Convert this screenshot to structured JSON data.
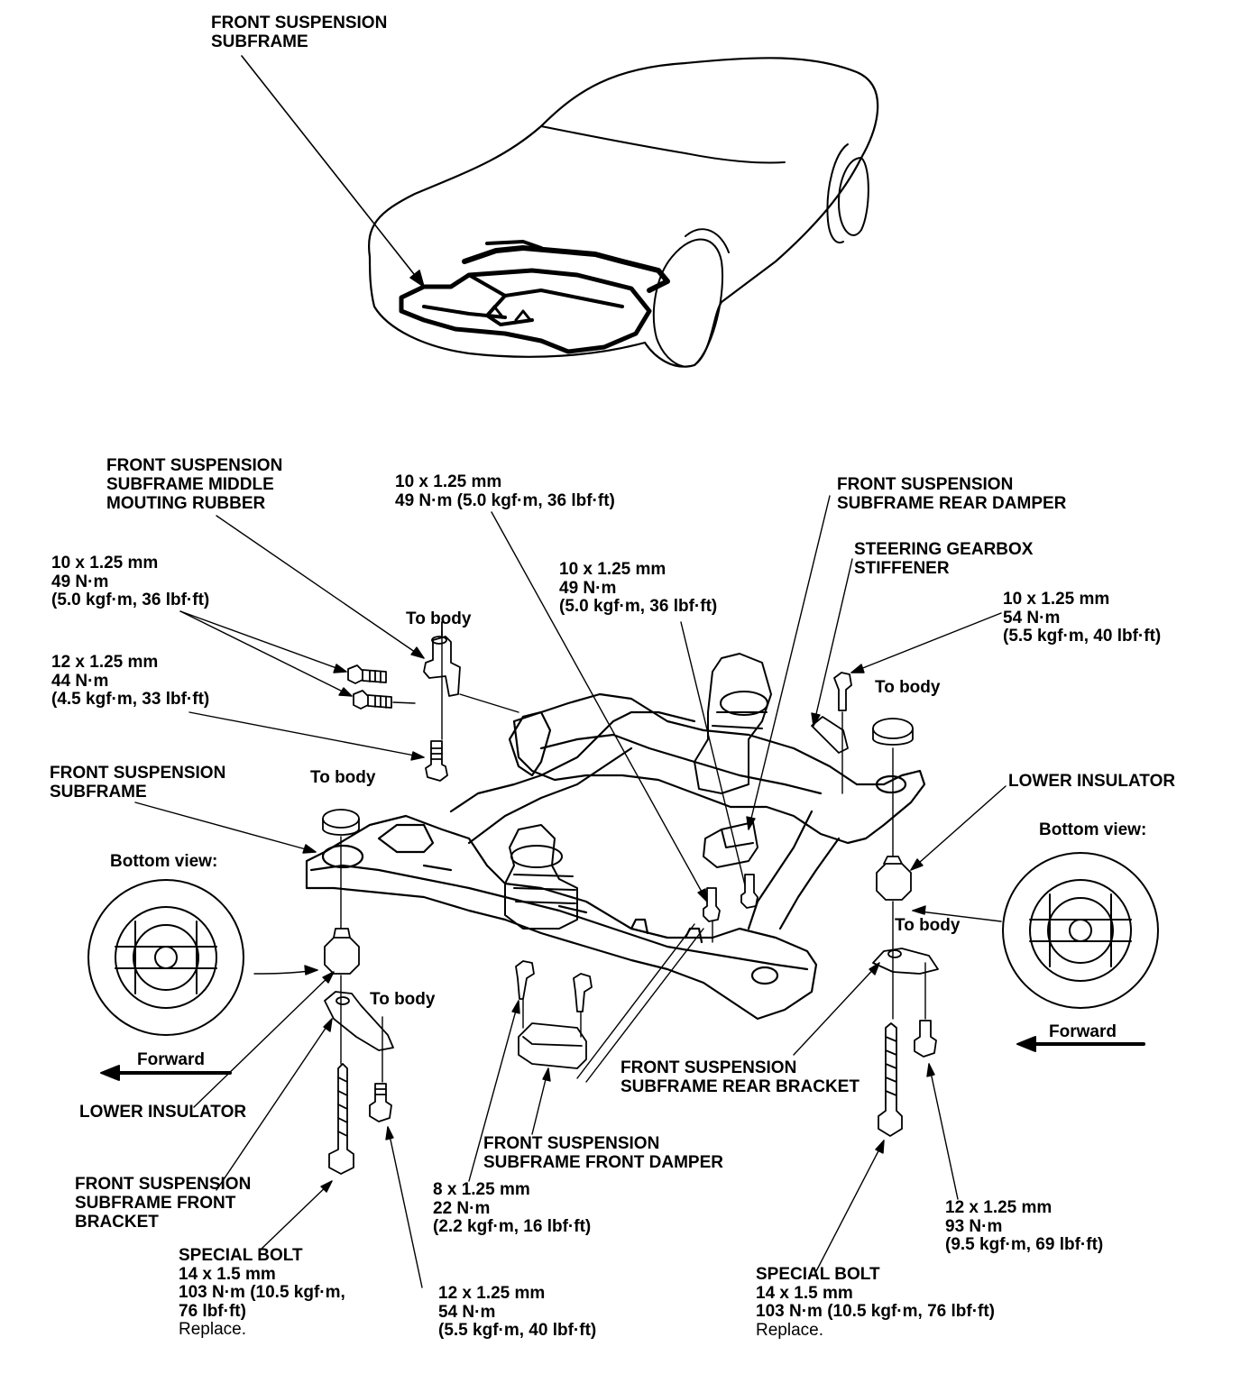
{
  "car_label": [
    "FRONT SUSPENSION",
    "SUBFRAME"
  ],
  "parts": {
    "middle_mounting_rubber": [
      "FRONT SUSPENSION",
      "SUBFRAME MIDDLE",
      "MOUTING RUBBER"
    ],
    "rear_damper": [
      "FRONT SUSPENSION",
      "SUBFRAME REAR DAMPER"
    ],
    "steering_stiffener": [
      "STEERING GEARBOX",
      "STIFFENER"
    ],
    "subframe": [
      "FRONT SUSPENSION",
      "SUBFRAME"
    ],
    "lower_insulator_right": "LOWER INSULATOR",
    "lower_insulator_left": "LOWER INSULATOR",
    "front_bracket": [
      "FRONT SUSPENSION",
      "SUBFRAME FRONT",
      "BRACKET"
    ],
    "front_damper": [
      "FRONT SUSPENSION",
      "SUBFRAME FRONT DAMPER"
    ],
    "rear_bracket": [
      "FRONT SUSPENSION",
      "SUBFRAME REAR BRACKET"
    ]
  },
  "specs": {
    "top_center": [
      "10 x 1.25 mm",
      "49 N·m (5.0 kgf·m, 36 lbf·ft)"
    ],
    "left_a": [
      "10 x 1.25 mm",
      "49 N·m",
      "(5.0 kgf·m, 36 lbf·ft)"
    ],
    "left_b": [
      "12 x 1.25 mm",
      "44 N·m",
      "(4.5 kgf·m, 33 lbf·ft)"
    ],
    "center": [
      "10 x 1.25 mm",
      "49 N·m",
      "(5.0 kgf·m, 36 lbf·ft)"
    ],
    "right_top": [
      "10 x 1.25 mm",
      "54 N·m",
      "(5.5 kgf·m, 40 lbf·ft)"
    ],
    "bottom_8": [
      "8 x 1.25 mm",
      "22 N·m",
      "(2.2 kgf·m, 16 lbf·ft)"
    ],
    "bottom_right_12": [
      "12 x 1.25 mm",
      "93 N·m",
      "(9.5 kgf·m, 69 lbf·ft)"
    ],
    "bottom_left_12": [
      "12 x 1.25 mm",
      "54 N·m",
      "(5.5 kgf·m, 40 lbf·ft)"
    ],
    "special_bolt_left": [
      "SPECIAL BOLT",
      "14 x 1.5 mm",
      "103 N·m (10.5 kgf·m,",
      "76 lbf·ft)",
      "Replace."
    ],
    "special_bolt_right": [
      "SPECIAL BOLT",
      "14 x 1.5 mm",
      "103 N·m (10.5 kgf·m, 76 lbf·ft)",
      "Replace."
    ]
  },
  "to_body": "To body",
  "bottom_view": "Bottom view:",
  "forward": "Forward"
}
